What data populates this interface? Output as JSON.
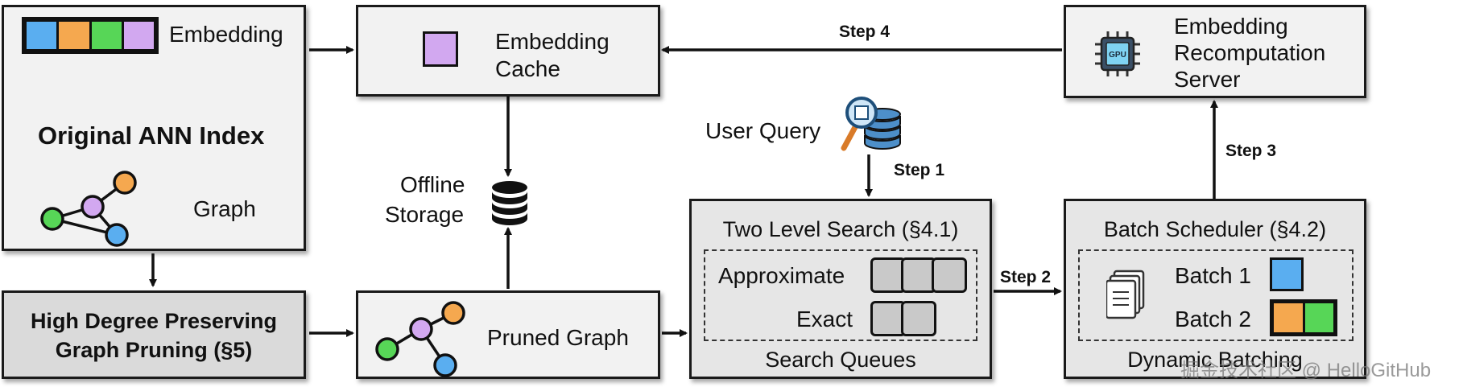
{
  "original_index": {
    "embedding_label": "Embedding",
    "title": "Original ANN Index",
    "graph_label": "Graph",
    "embedding_colors": [
      "#5aaef0",
      "#f5a84f",
      "#57d657",
      "#d2a8f0"
    ]
  },
  "pruning": {
    "line1": "High Degree Preserving",
    "line2": "Graph Pruning (§5)"
  },
  "cache": {
    "line1": "Embedding",
    "line2": "Cache",
    "swatch_color": "#d2a8f0"
  },
  "storage": {
    "line1": "Offline",
    "line2": "Storage"
  },
  "pruned_graph": {
    "label": "Pruned Graph"
  },
  "query": {
    "label": "User Query"
  },
  "search": {
    "title": "Two Level Search (§4.1)",
    "approximate": "Approximate",
    "exact": "Exact",
    "footer": "Search Queues"
  },
  "scheduler": {
    "title": "Batch Scheduler (§4.2)",
    "batch1": "Batch 1",
    "batch2": "Batch 2",
    "footer": "Dynamic Batching",
    "batch1_color": "#5aaef0",
    "batch2_colors": [
      "#f5a84f",
      "#57d657"
    ]
  },
  "server": {
    "line1": "Embedding",
    "line2": "Recomputation",
    "line3": "Server",
    "chip_label": "GPU"
  },
  "steps": {
    "step1": "Step 1",
    "step2": "Step 2",
    "step3": "Step 3",
    "step4": "Step 4"
  },
  "watermark": "掘金技术社区 @ HelloGitHub",
  "graph_colors": {
    "orange": "#f5a84f",
    "purple": "#d2a8f0",
    "green": "#57d657",
    "blue": "#5aaef0"
  }
}
